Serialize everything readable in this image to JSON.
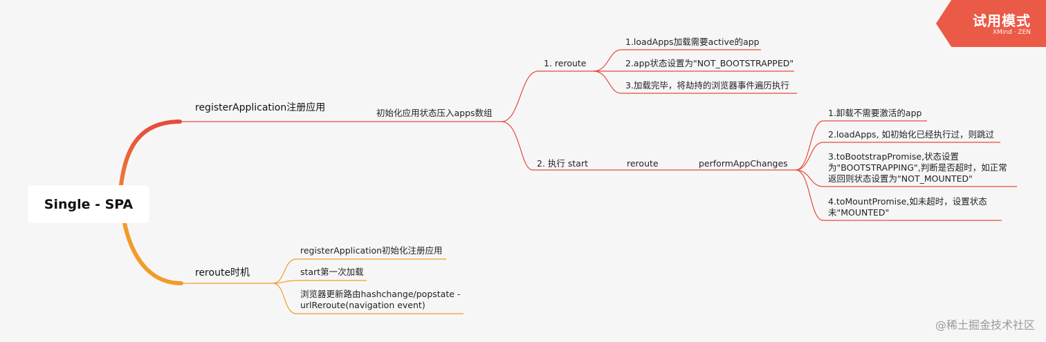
{
  "root": {
    "label": "Single - SPA"
  },
  "badge": {
    "title": "试用模式",
    "brand": "XMind · ZEN"
  },
  "watermark": "@稀土掘金技术社区",
  "colors": {
    "branch1": "#e64a3b",
    "branch2": "#f19b2c"
  },
  "branches": [
    {
      "label": "registerApplication注册应用",
      "child": "初始化应用状态压入apps数组",
      "sub": [
        {
          "label": "1. reroute",
          "items": [
            "1.loadApps加载需要active的app",
            "2.app状态设置为\"NOT_BOOTSTRAPPED\"",
            "3.加载完毕，将劫持的浏览器事件遍历执行"
          ]
        },
        {
          "label": "2. 执行 start",
          "chain": [
            "reroute",
            "performAppChanges"
          ],
          "items": [
            "1.卸载不需要激活的app",
            "2.loadApps, 如初始化已经执行过，则跳过",
            "3.toBootstrapPromise,状态设置为\"BOOTSTRAPPING\",判断是否超时，如正常返回则状态设置为\"NOT_MOUNTED\"",
            "4.toMountPromise,如未超时，设置状态未\"MOUNTED\""
          ]
        }
      ]
    },
    {
      "label": "reroute时机",
      "items": [
        "registerApplication初始化注册应用",
        "start第一次加载",
        "浏览器更新路由hashchange/popstate - urlReroute(navigation event)"
      ]
    }
  ]
}
